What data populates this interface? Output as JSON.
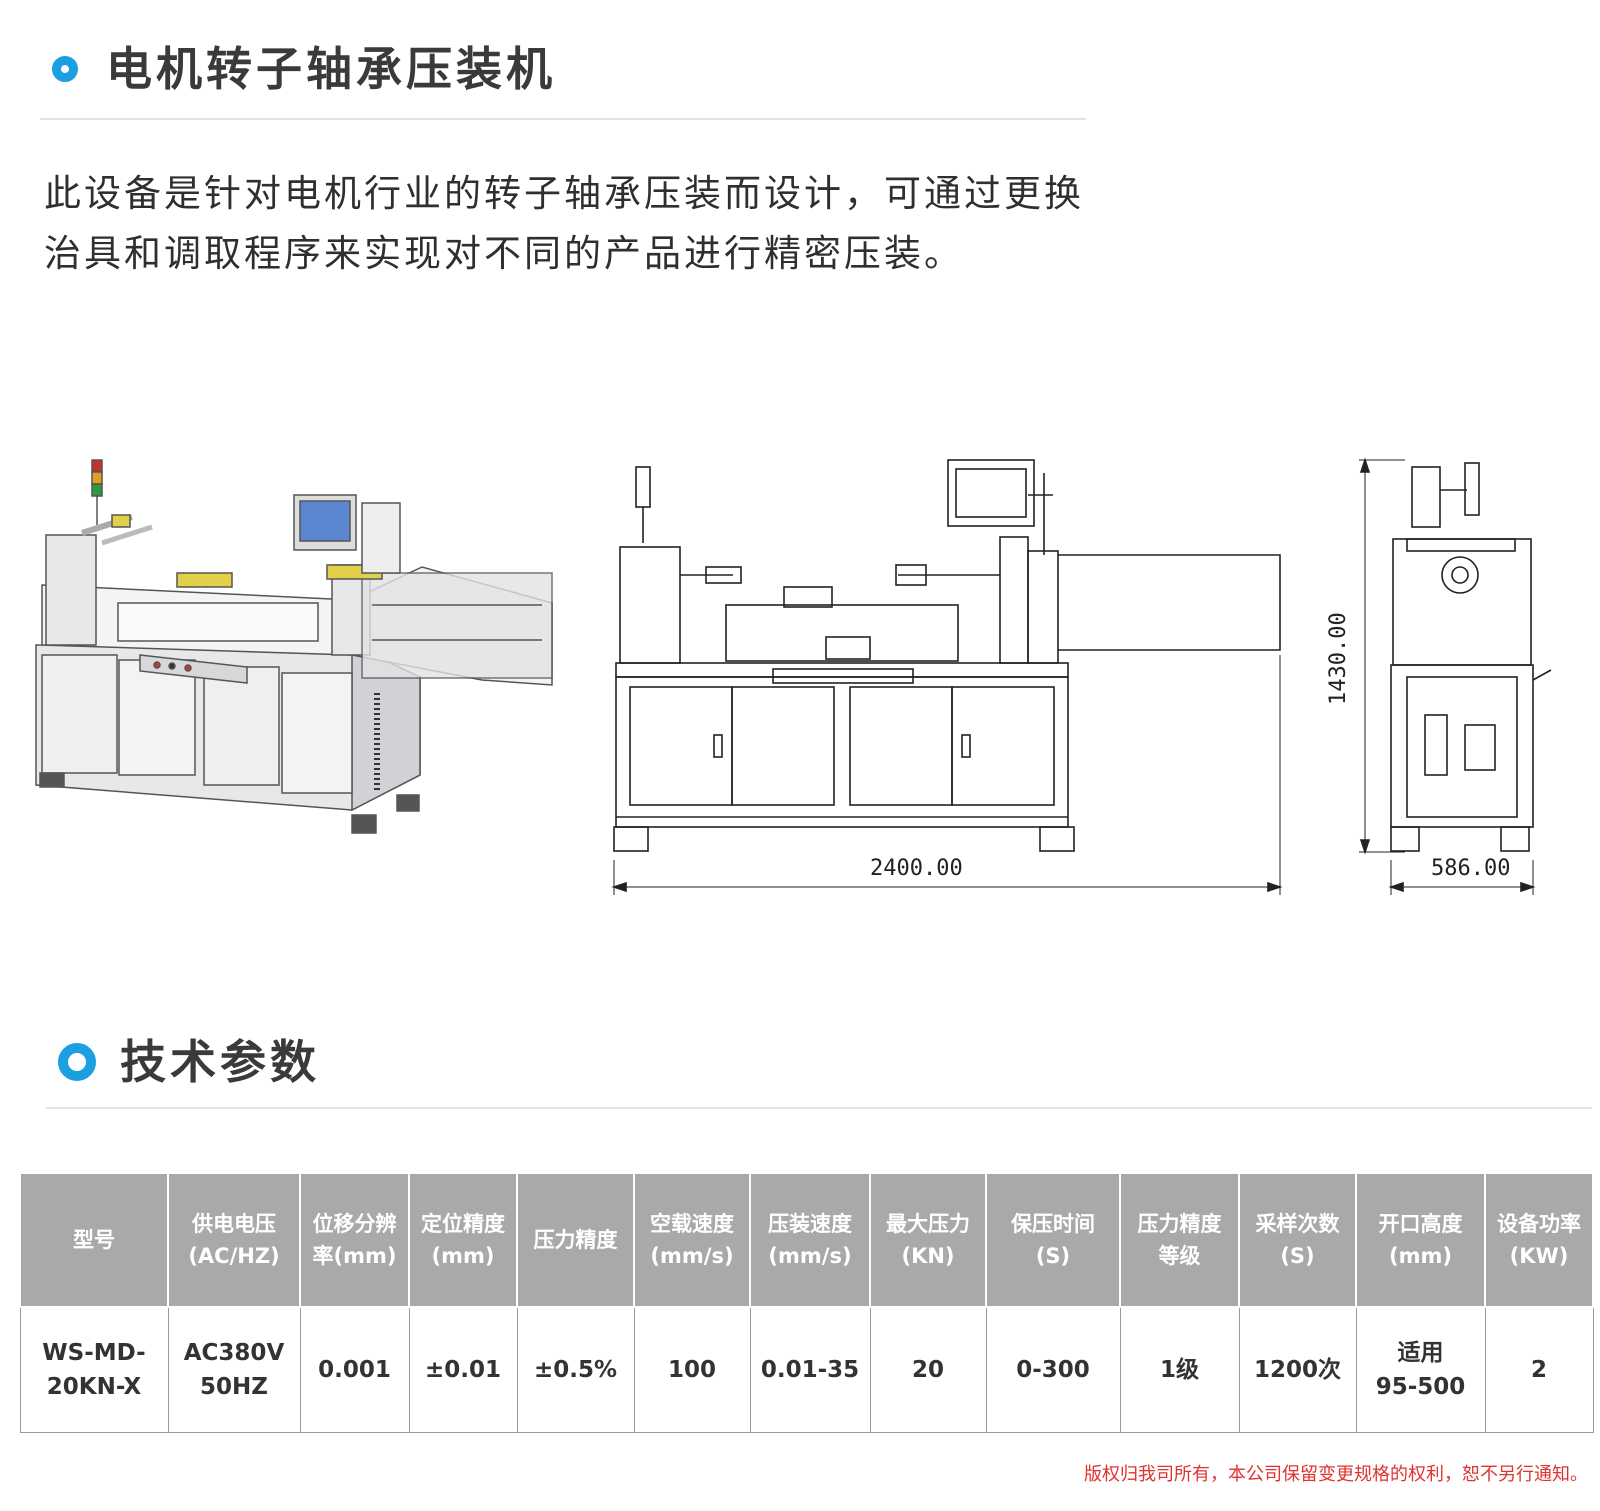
{
  "section1": {
    "title": "电机转子轴承压装机",
    "description": "此设备是针对电机行业的转子轴承压装而设计，可通过更换治具和调取程序来实现对不同的产品进行精密压装。"
  },
  "drawings": {
    "width_dimension": "2400.00",
    "depth_dimension": "586.00",
    "height_dimension": "1430.00"
  },
  "section2": {
    "title": "技术参数"
  },
  "spec_table": {
    "headers": [
      [
        "型号"
      ],
      [
        "供电电压",
        "(AC/HZ)"
      ],
      [
        "位移分辨",
        "率(mm)"
      ],
      [
        "定位精度",
        "(mm)"
      ],
      [
        "压力精度"
      ],
      [
        "空载速度",
        "(mm/s)"
      ],
      [
        "压装速度",
        "(mm/s)"
      ],
      [
        "最大压力",
        "(KN)"
      ],
      [
        "保压时间",
        "(S)"
      ],
      [
        "压力精度",
        "等级"
      ],
      [
        "采样次数",
        "(S)"
      ],
      [
        "开口高度",
        "(mm)"
      ],
      [
        "设备功率",
        "(KW)"
      ]
    ],
    "row": [
      [
        "WS-MD-",
        "20KN-X"
      ],
      [
        "AC380V",
        "50HZ"
      ],
      [
        "0.001"
      ],
      [
        "±0.01"
      ],
      [
        "±0.5%"
      ],
      [
        "100"
      ],
      [
        "0.01-35"
      ],
      [
        "20"
      ],
      [
        "0-300"
      ],
      [
        "1级"
      ],
      [
        "1200次"
      ],
      [
        "适用",
        "95-500"
      ],
      [
        "2"
      ]
    ]
  },
  "footer": {
    "copyright": "版权归我司所有，本公司保留变更规格的权利，恕不另行通知。"
  },
  "colors": {
    "accent": "#1b9fe0",
    "table_header_bg": "#a9a9a9",
    "copyright_text": "#e0332f"
  }
}
